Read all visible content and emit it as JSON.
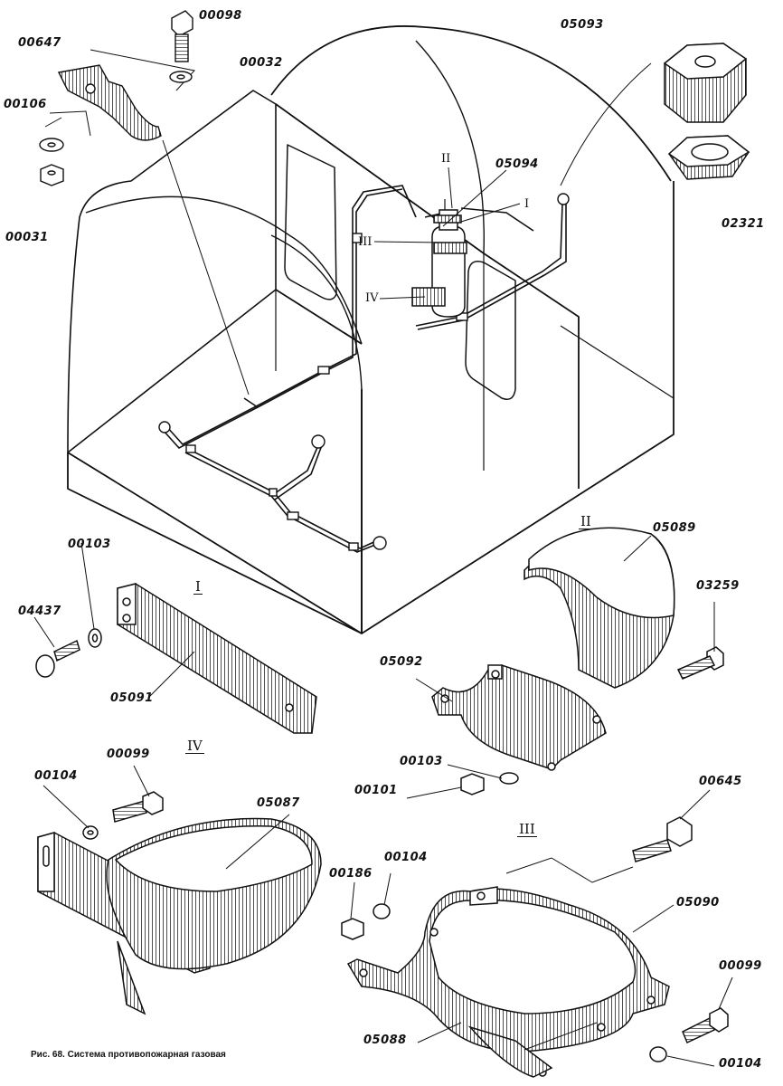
{
  "caption": "Рис. 68. Система противопожарная газовая",
  "part_numbers": {
    "p00647": "00647",
    "p00098": "00098",
    "p00032": "00032",
    "p00106": "00106",
    "p00031": "00031",
    "p05093": "05093",
    "p02321": "02321",
    "p05094": "05094",
    "p00103a": "00103",
    "p04437": "04437",
    "p05091": "05091",
    "p05089": "05089",
    "p03259": "03259",
    "p05092": "05092",
    "p00103b": "00103",
    "p00101": "00101",
    "p00104a": "00104",
    "p00099a": "00099",
    "p05087": "05087",
    "p00645": "00645",
    "p00186": "00186",
    "p00104b": "00104",
    "p05090": "05090",
    "p00099b": "00099",
    "p05088": "05088",
    "p00104c": "00104"
  },
  "view_markers": {
    "I": "I",
    "II": "II",
    "III": "III",
    "IV": "IV",
    "detail_I": "I",
    "detail_II": "II",
    "detail_III": "III",
    "detail_IV": "IV"
  }
}
